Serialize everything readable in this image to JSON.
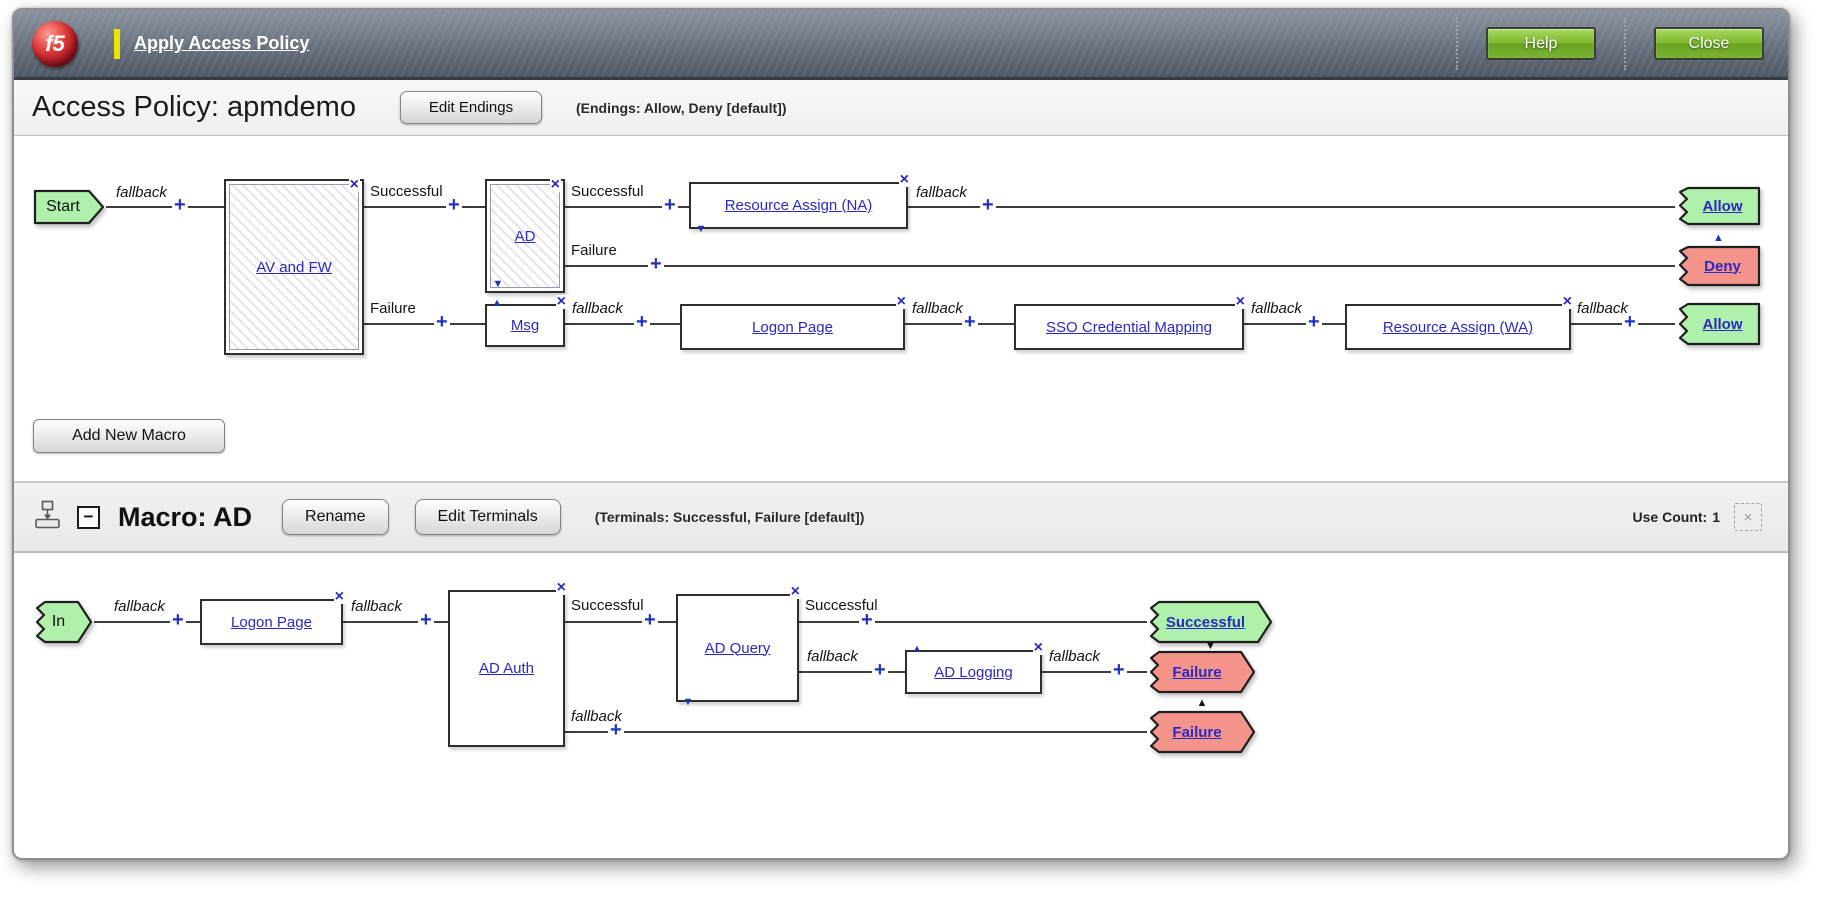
{
  "header": {
    "logo_text": "f5",
    "apply_label": "Apply Access Policy",
    "help_label": "Help",
    "close_label": "Close"
  },
  "policy": {
    "title": "Access Policy: apmdemo",
    "edit_endings_label": "Edit Endings",
    "endings_note": "(Endings: Allow, Deny [default])",
    "add_macro_label": "Add New Macro"
  },
  "labels": {
    "fallback": "fallback",
    "successful": "Successful",
    "failure": "Failure"
  },
  "icons": {
    "plus": "+",
    "delete": "×",
    "tri_down": "▼",
    "tri_up": "▲",
    "minus": "−"
  },
  "flow": {
    "start_label": "Start",
    "nodes": {
      "avfw": "AV and FW",
      "ad": "AD",
      "resource_assign_na": "Resource Assign (NA)",
      "msg": "Msg",
      "logon_page": "Logon Page",
      "sso": "SSO Credential Mapping",
      "resource_assign_wa": "Resource Assign (WA)"
    },
    "endings": {
      "allow": "Allow",
      "deny": "Deny"
    }
  },
  "macro": {
    "title": "Macro: AD",
    "rename_label": "Rename",
    "edit_terminals_label": "Edit Terminals",
    "terminals_note": "(Terminals: Successful, Failure [default])",
    "use_count_label": "Use Count:",
    "use_count_value": "1",
    "in_label": "In",
    "nodes": {
      "logon_page": "Logon Page",
      "ad_auth": "AD Auth",
      "ad_query": "AD Query",
      "ad_logging": "AD Logging"
    },
    "terminals": {
      "successful": "Successful",
      "failure": "Failure"
    }
  },
  "colors": {
    "terminal_green": "#aff0aa",
    "terminal_red": "#f5948a",
    "button_green": "#7db72f",
    "link_blue": "#2a2ac2",
    "header_gray_blue": "#6a7480",
    "hatch_gray": "#e4e4ec"
  }
}
